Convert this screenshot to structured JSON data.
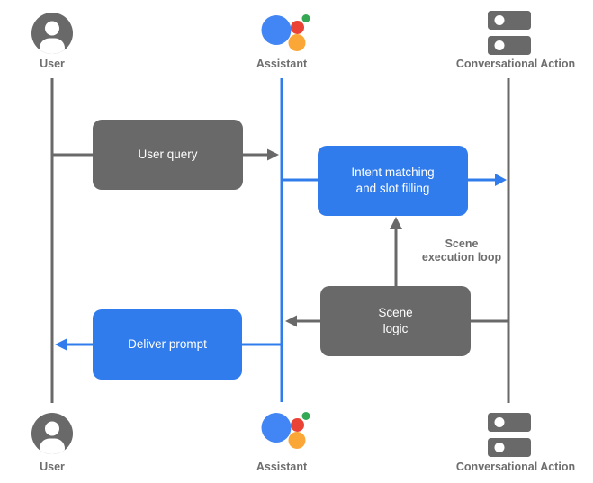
{
  "colors": {
    "node_gray": "#696969",
    "node_blue": "#317CEC",
    "label_gray": "#6E6E6E",
    "assistant_blue": "#4285F4",
    "assistant_red": "#EA4335",
    "assistant_green": "#34A853",
    "assistant_yellow": "#FAA738",
    "background": "#FFFFFF"
  },
  "lanes": {
    "user": {
      "label": "User"
    },
    "assistant": {
      "label": "Assistant"
    },
    "conversational_action": {
      "label": "Conversational Action"
    }
  },
  "boxes": {
    "user_query": {
      "label": "User query"
    },
    "intent_matching": {
      "line1": "Intent matching",
      "line2": "and slot filling"
    },
    "scene_logic": {
      "line1": "Scene",
      "line2": "logic"
    },
    "deliver_prompt": {
      "label": "Deliver prompt"
    }
  },
  "annotations": {
    "scene_execution_loop": {
      "line1": "Scene",
      "line2": "execution loop"
    }
  }
}
